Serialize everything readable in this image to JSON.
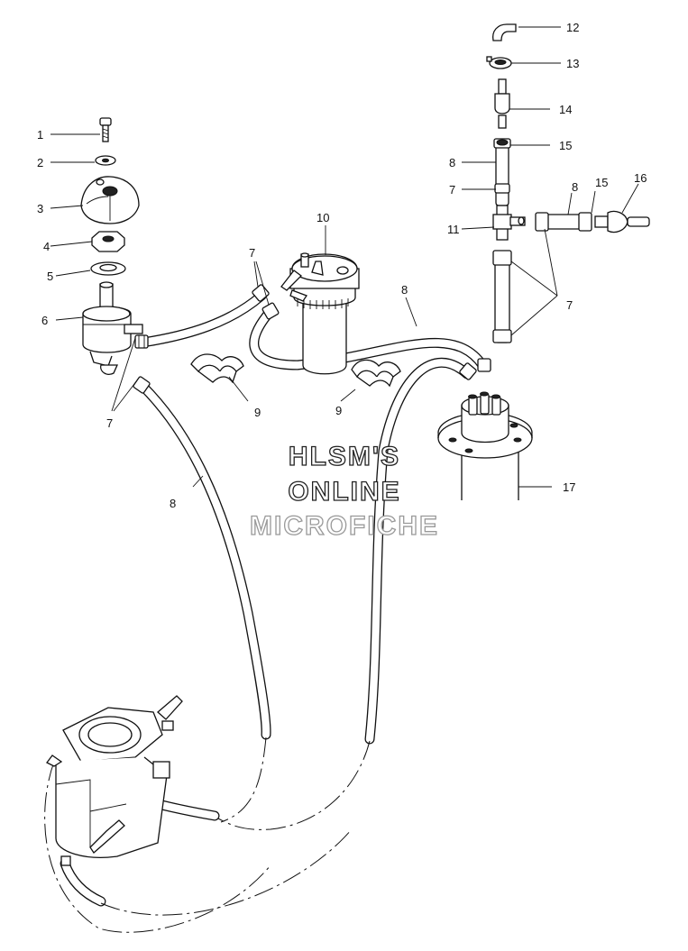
{
  "watermark": {
    "line1": "HLSM'S",
    "line2": "ONLINE",
    "line3": "MICROFICHE"
  },
  "callouts": {
    "c1": "1",
    "c2": "2",
    "c3": "3",
    "c4": "4",
    "c5": "5",
    "c6": "6",
    "c7a": "7",
    "c7b": "7",
    "c7c": "7",
    "c7d": "7",
    "c8a": "8",
    "c8b": "8",
    "c8c": "8",
    "c8d": "8",
    "c9a": "9",
    "c9b": "9",
    "c10": "10",
    "c11": "11",
    "c12": "12",
    "c13": "13",
    "c14": "14",
    "c15a": "15",
    "c15b": "15",
    "c16": "16",
    "c17": "17"
  }
}
